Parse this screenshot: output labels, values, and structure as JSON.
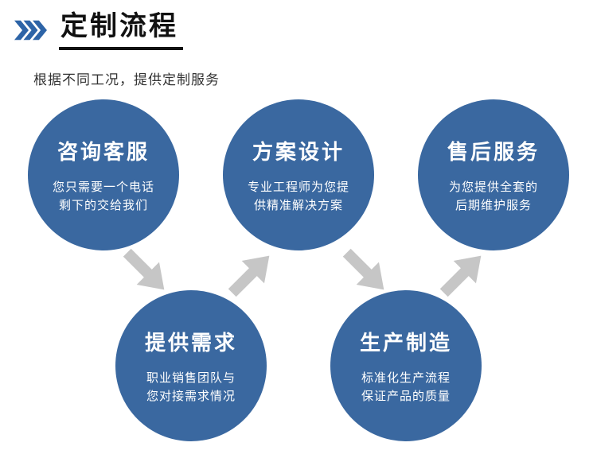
{
  "header": {
    "title": "定制流程"
  },
  "subtitle": "根据不同工况，提供定制服务",
  "colors": {
    "accent_blue": "#2d64a7",
    "circle_blue": "#3a68a0",
    "arrow_gray": "#c6c6c6",
    "title_black": "#111111"
  },
  "steps": [
    {
      "title": "咨询客服",
      "desc": "您只需要一个电话\n剩下的交给我们"
    },
    {
      "title": "方案设计",
      "desc": "专业工程师为您提\n供精准解决方案"
    },
    {
      "title": "售后服务",
      "desc": "为您提供全套的\n后期维护服务"
    },
    {
      "title": "提供需求",
      "desc": "职业销售团队与\n您对接需求情况"
    },
    {
      "title": "生产制造",
      "desc": "标准化生产流程\n保证产品的质量"
    }
  ]
}
